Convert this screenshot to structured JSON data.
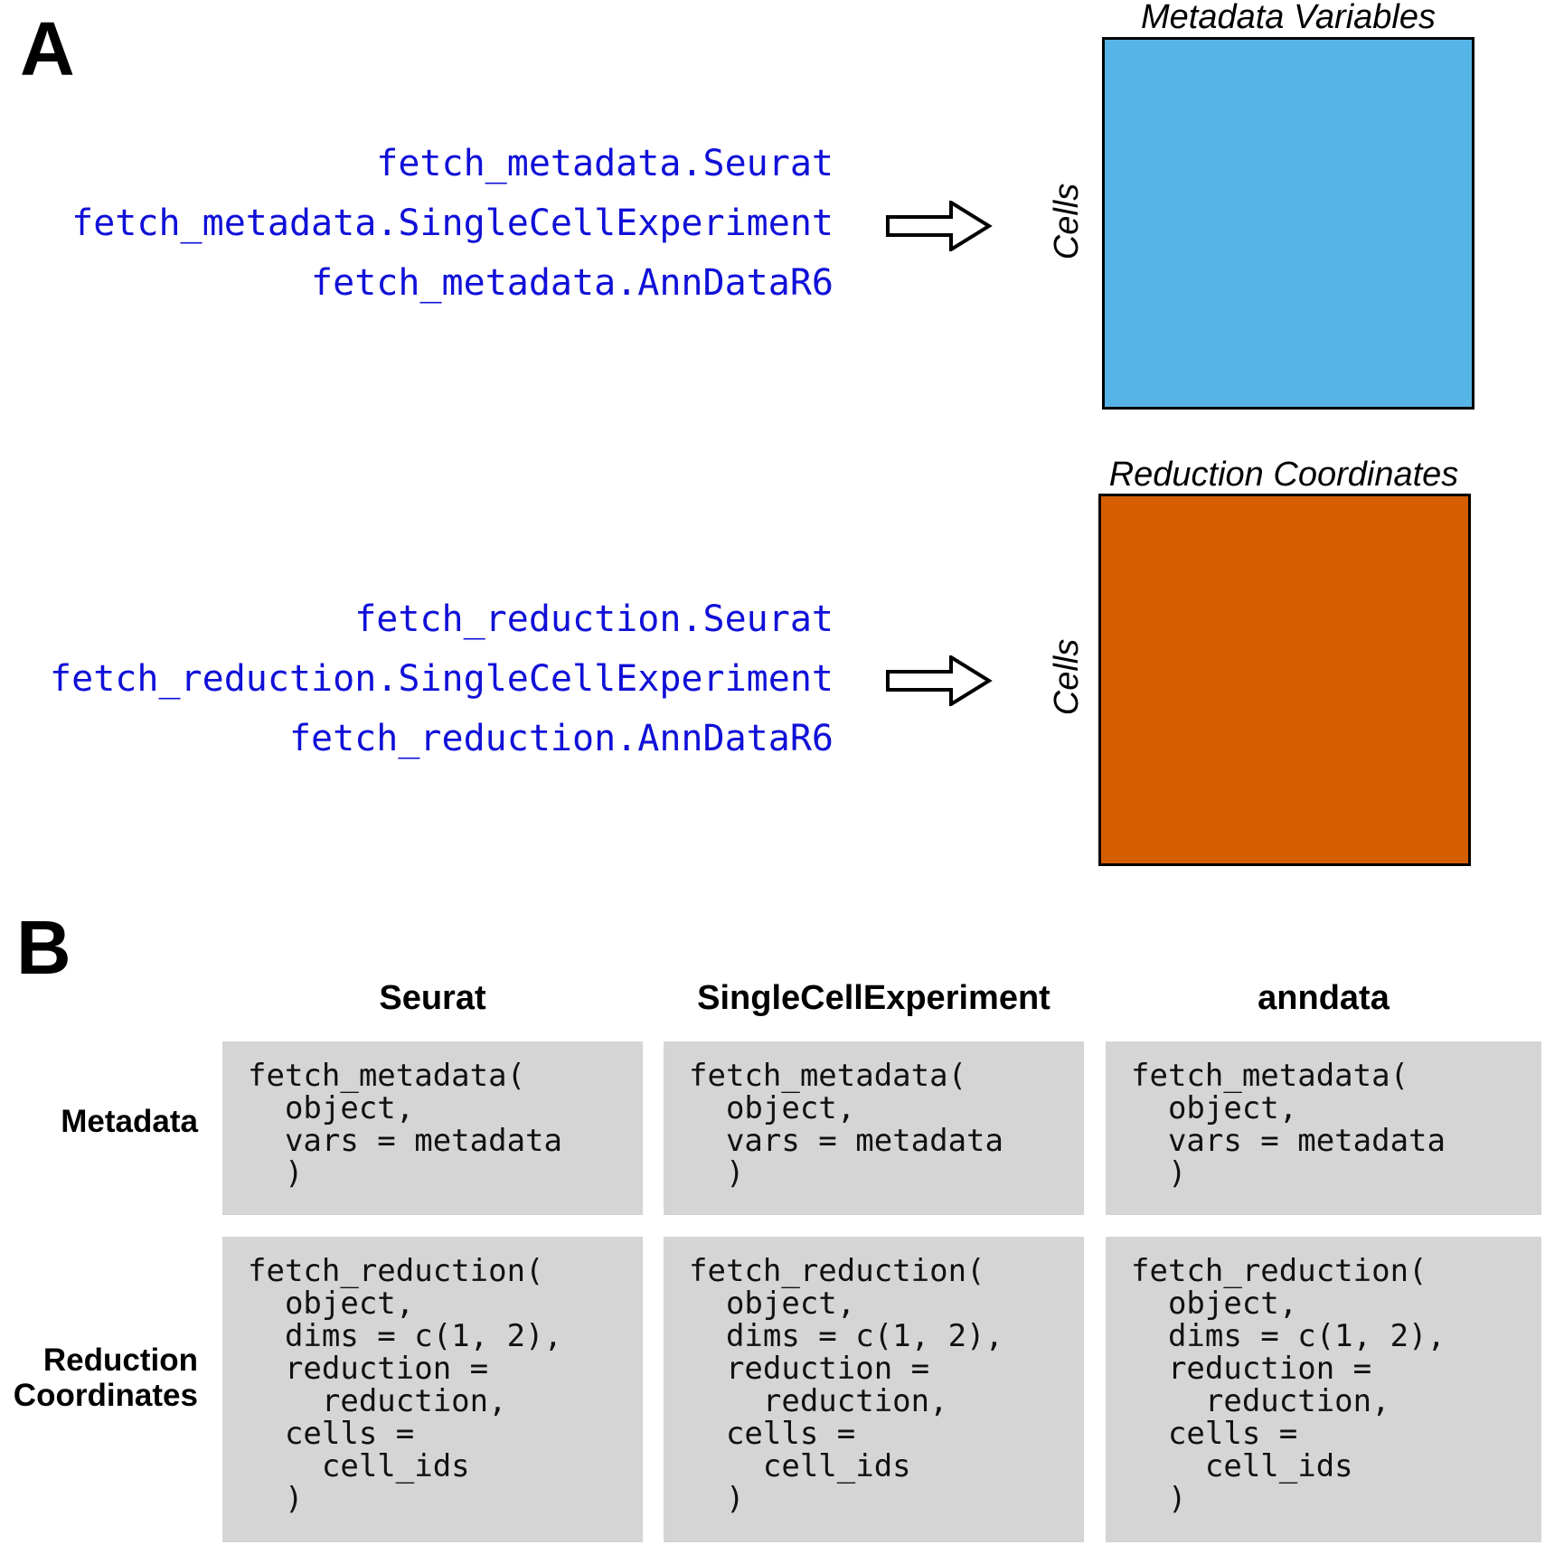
{
  "colors": {
    "function_text": "#1010d8",
    "metadata_matrix": "#56b4e6",
    "reduction_matrix": "#d55e00",
    "code_background": "#d5d5d5"
  },
  "panel_a": {
    "letter": "A",
    "metadata": {
      "functions": [
        "fetch_metadata.Seurat",
        "fetch_metadata.SingleCellExperiment",
        "fetch_metadata.AnnDataR6"
      ],
      "matrix_title": "Metadata Variables",
      "cells_label": "Cells"
    },
    "reduction": {
      "functions": [
        "fetch_reduction.Seurat",
        "fetch_reduction.SingleCellExperiment",
        "fetch_reduction.AnnDataR6"
      ],
      "matrix_title": "Reduction Coordinates",
      "cells_label": "Cells"
    }
  },
  "panel_b": {
    "letter": "B",
    "columns": [
      "Seurat",
      "SingleCellExperiment",
      "anndata"
    ],
    "rows": [
      {
        "label_lines": [
          "Metadata"
        ],
        "code": [
          "fetch_metadata(",
          "  object,",
          "  vars = metadata",
          "  )"
        ]
      },
      {
        "label_lines": [
          "Reduction",
          "Coordinates"
        ],
        "code": [
          "fetch_reduction(",
          "  object,",
          "  dims = c(1, 2),",
          "  reduction =",
          "    reduction,",
          "  cells =",
          "    cell_ids",
          "  )"
        ]
      }
    ]
  }
}
